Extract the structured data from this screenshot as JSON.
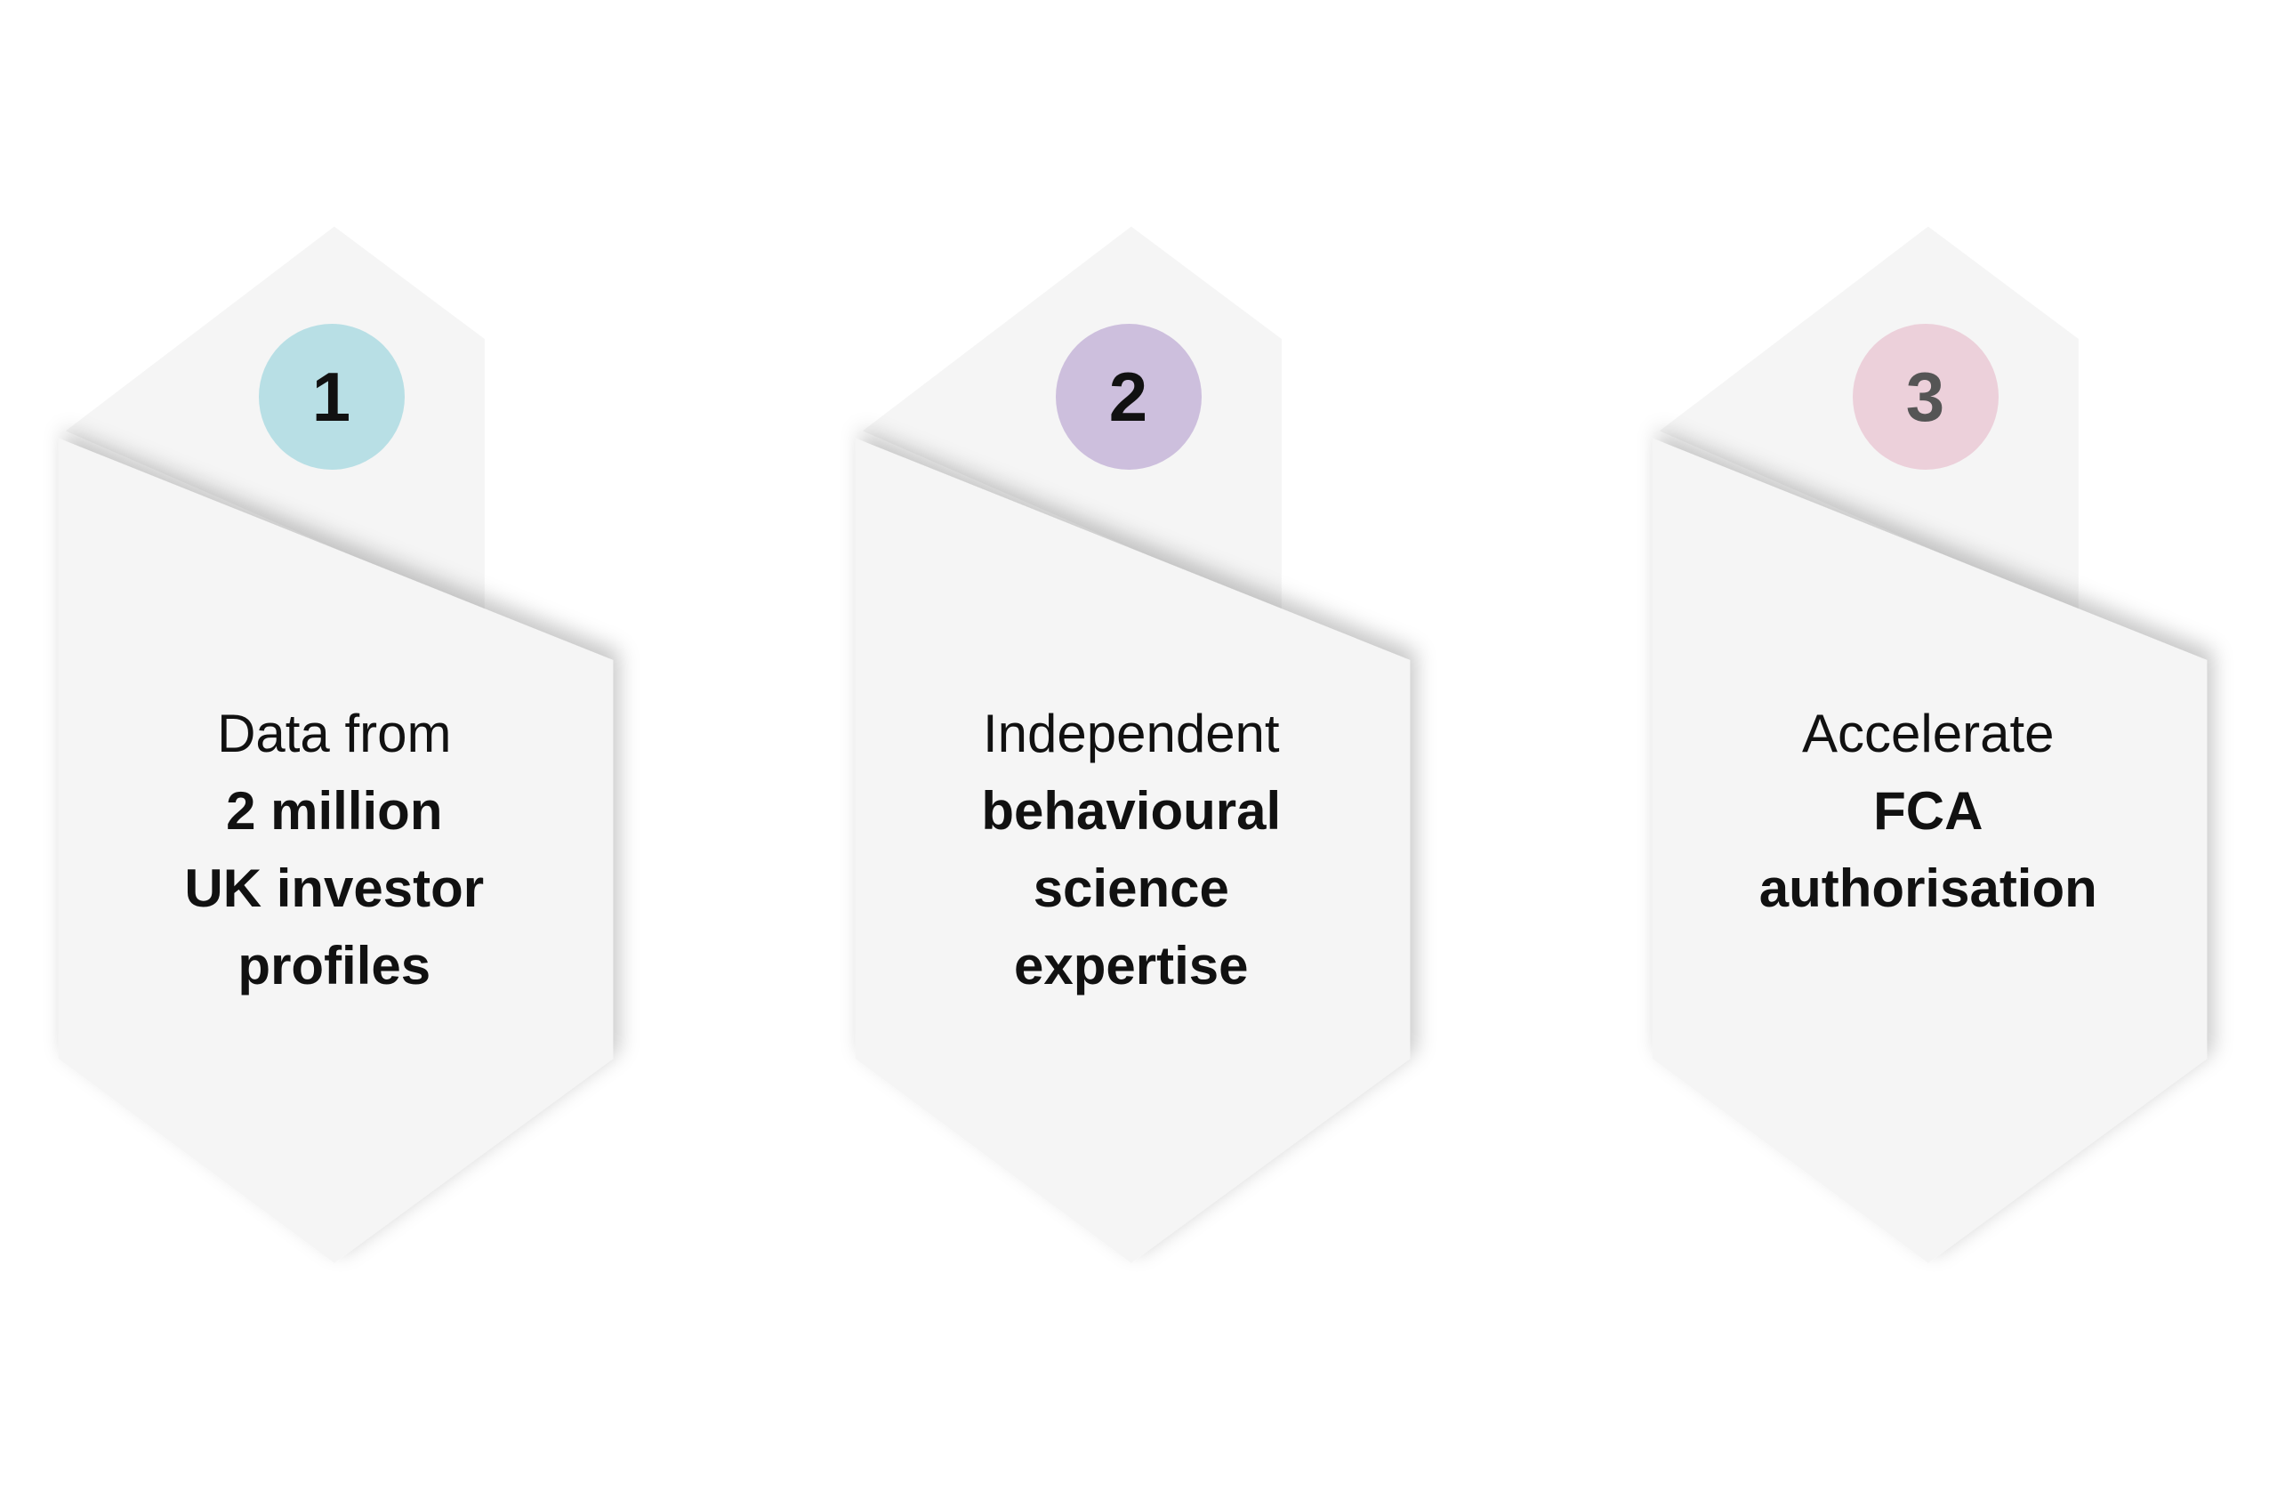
{
  "steps": [
    {
      "number": "1",
      "line1": "Data from",
      "bold_lines": [
        "2 million",
        "UK investor",
        "profiles"
      ],
      "circle_color": "#b8dfe5",
      "number_color": "#111111"
    },
    {
      "number": "2",
      "line1": "Independent",
      "bold_lines": [
        "behavioural",
        "science",
        "expertise"
      ],
      "circle_color": "#cdbfdd",
      "number_color": "#111111"
    },
    {
      "number": "3",
      "line1": "Accelerate",
      "bold_lines": [
        "FCA",
        "authorisation"
      ],
      "circle_color": "#ecd0da",
      "number_color": "#555555"
    }
  ],
  "card_color": "#f5f5f5"
}
